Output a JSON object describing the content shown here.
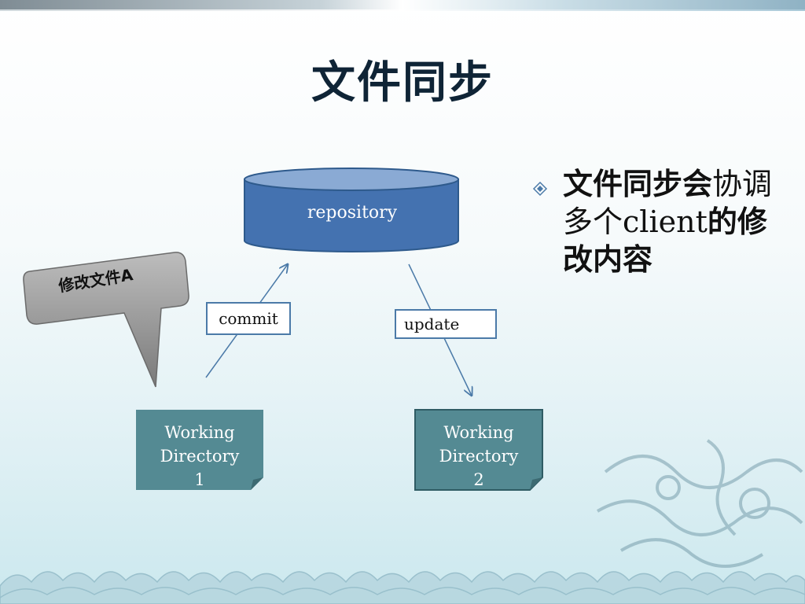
{
  "slide": {
    "title": "文件同步"
  },
  "diagram": {
    "repository": "repository",
    "commit": "commit",
    "update": "update",
    "wd1": [
      "Working",
      "Directory",
      "1"
    ],
    "wd2": [
      "Working",
      "Directory",
      "2"
    ],
    "callout": "修改文件A"
  },
  "bullet": {
    "part1": "文件同步会",
    "part2": "协调多个",
    "part3": "client",
    "part4": "的修改内容"
  },
  "colors": {
    "repo_fill": "#4472b0",
    "wd_fill": "#548a93",
    "callout_fill": "#8c8c8c"
  }
}
